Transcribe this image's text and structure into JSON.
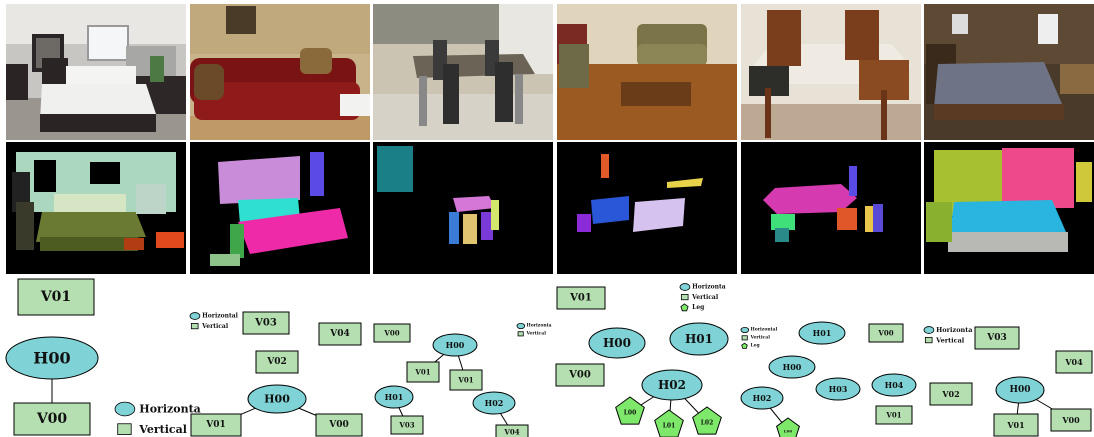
{
  "colors": {
    "horizontal": "#7fd3d6",
    "vertical": "#b5dfb0",
    "leg": "#7ee86a",
    "edge": "#000000"
  },
  "panels": [
    {
      "scene": "bedroom-showroom"
    },
    {
      "scene": "red-sofa"
    },
    {
      "scene": "dining-table"
    },
    {
      "scene": "living-room"
    },
    {
      "scene": "wooden-chairs"
    },
    {
      "scene": "bedroom"
    }
  ],
  "legend_labels": {
    "horizontal": "Horizonta",
    "horizontal_small": "Horizontal",
    "vertical": "Vertical",
    "leg": "Leg"
  },
  "graphs": [
    {
      "nodes": [
        {
          "id": "V01",
          "type": "V",
          "label": "V01"
        },
        {
          "id": "H00",
          "type": "H",
          "label": "H00"
        },
        {
          "id": "V00",
          "type": "V",
          "label": "V00"
        }
      ],
      "edges": [
        [
          "H00",
          "V00"
        ]
      ]
    },
    {
      "nodes": [
        {
          "id": "V03",
          "type": "V",
          "label": "V03"
        },
        {
          "id": "V04",
          "type": "V",
          "label": "V04"
        },
        {
          "id": "V02",
          "type": "V",
          "label": "V02"
        },
        {
          "id": "H00",
          "type": "H",
          "label": "H00"
        },
        {
          "id": "V01",
          "type": "V",
          "label": "V01"
        },
        {
          "id": "V00",
          "type": "V",
          "label": "V00"
        }
      ],
      "edges": [
        [
          "H00",
          "V01"
        ],
        [
          "H00",
          "V00"
        ]
      ]
    },
    {
      "nodes": [
        {
          "id": "V00",
          "type": "V",
          "label": "V00"
        },
        {
          "id": "H00",
          "type": "H",
          "label": "H00"
        },
        {
          "id": "V01a",
          "type": "V",
          "label": "V01"
        },
        {
          "id": "V01b",
          "type": "V",
          "label": "V01"
        },
        {
          "id": "H01",
          "type": "H",
          "label": "H01"
        },
        {
          "id": "V03",
          "type": "V",
          "label": "V03"
        },
        {
          "id": "H02",
          "type": "H",
          "label": "H02"
        },
        {
          "id": "V04",
          "type": "V",
          "label": "V04"
        }
      ],
      "edges": [
        [
          "H00",
          "V01a"
        ],
        [
          "H00",
          "V01b"
        ],
        [
          "H01",
          "V03"
        ],
        [
          "H02",
          "V04"
        ]
      ]
    },
    {
      "nodes": [
        {
          "id": "V01",
          "type": "V",
          "label": "V01"
        },
        {
          "id": "H00",
          "type": "H",
          "label": "H00"
        },
        {
          "id": "H01",
          "type": "H",
          "label": "H01"
        },
        {
          "id": "V00",
          "type": "V",
          "label": "V00"
        },
        {
          "id": "H02",
          "type": "H",
          "label": "H02"
        },
        {
          "id": "L00",
          "type": "L",
          "label": "L00"
        },
        {
          "id": "L01",
          "type": "L",
          "label": "L01"
        },
        {
          "id": "L02",
          "type": "L",
          "label": "L02"
        }
      ],
      "edges": [
        [
          "H02",
          "L00"
        ],
        [
          "H02",
          "L01"
        ],
        [
          "H02",
          "L02"
        ]
      ]
    },
    {
      "nodes": [
        {
          "id": "H01",
          "type": "H",
          "label": "H01"
        },
        {
          "id": "V00",
          "type": "V",
          "label": "V00"
        },
        {
          "id": "H00",
          "type": "H",
          "label": "H00"
        },
        {
          "id": "H03",
          "type": "H",
          "label": "H03"
        },
        {
          "id": "H04",
          "type": "H",
          "label": "H04"
        },
        {
          "id": "H02",
          "type": "H",
          "label": "H02"
        },
        {
          "id": "L00",
          "type": "L",
          "label": "L00"
        },
        {
          "id": "V01",
          "type": "V",
          "label": "V01"
        }
      ],
      "edges": [
        [
          "H02",
          "L00"
        ]
      ]
    },
    {
      "nodes": [
        {
          "id": "V03",
          "type": "V",
          "label": "V03"
        },
        {
          "id": "V04",
          "type": "V",
          "label": "V04"
        },
        {
          "id": "V02",
          "type": "V",
          "label": "V02"
        },
        {
          "id": "H00",
          "type": "H",
          "label": "H00"
        },
        {
          "id": "V01",
          "type": "V",
          "label": "V01"
        },
        {
          "id": "V00",
          "type": "V",
          "label": "V00"
        }
      ],
      "edges": [
        [
          "H00",
          "V01"
        ],
        [
          "H00",
          "V00"
        ]
      ]
    }
  ]
}
